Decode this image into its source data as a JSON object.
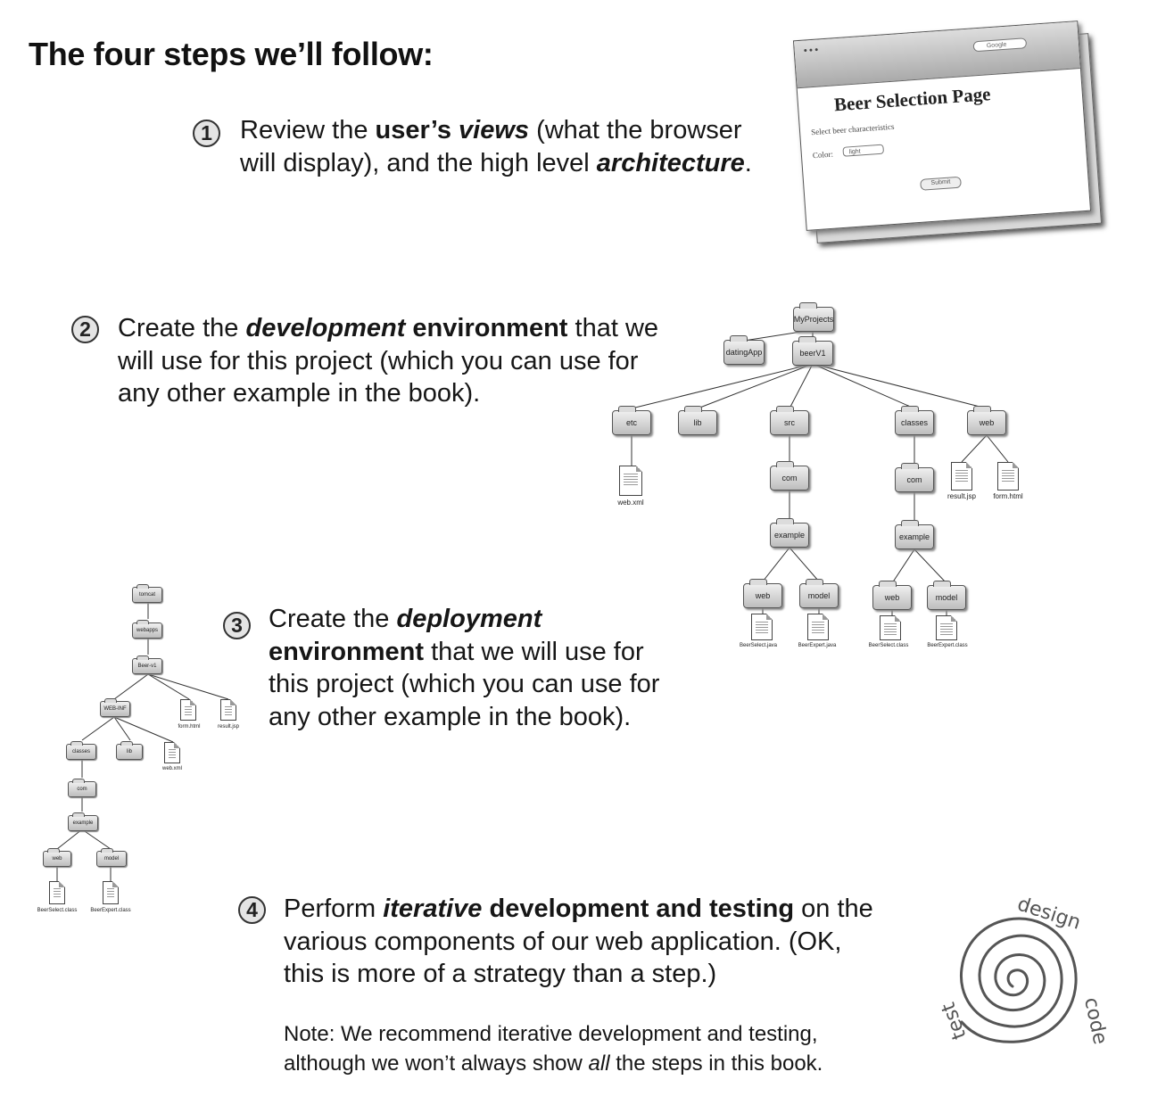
{
  "title": "The four steps we’ll follow:",
  "steps": [
    {
      "num": "1",
      "parts": [
        "Review the ",
        "user’s ",
        "views",
        " (what the browser",
        "will display), and the high level ",
        "architecture",
        "."
      ]
    },
    {
      "num": "2",
      "parts": [
        "Create the ",
        "development",
        " environment",
        " that we",
        "will use for this project (which you can use for",
        "any other example in the book)."
      ]
    },
    {
      "num": "3",
      "parts": [
        "Create the ",
        "deployment",
        "environment",
        " that we will use for",
        "this project (which you can use for",
        "any other example in the book)."
      ]
    },
    {
      "num": "4",
      "parts": [
        "Perform ",
        "iterative",
        " development and testing",
        " on the",
        "various components of our web application.  (OK,",
        "this is more of a strategy than a step.)"
      ]
    }
  ],
  "note": {
    "prefix": "Note:  We recommend iterative development and testing,",
    "line2a": "although we won’t always show ",
    "emph": "all",
    "line2b": " the steps in this book."
  },
  "browser": {
    "page_title": "Beer Selection Page",
    "select_label": "Select beer characteristics",
    "color_label": "Color:",
    "color_value": "light",
    "submit": "Submit",
    "search": "Google"
  },
  "dev_tree": {
    "root": "MyProjects",
    "sibling": "datingApp",
    "project": "beerV1",
    "top": [
      "etc",
      "lib",
      "src",
      "classes",
      "web"
    ],
    "com": "com",
    "example": "example",
    "web": "web",
    "model": "model",
    "files": {
      "webxml": "web.xml",
      "resultjsp": "result.jsp",
      "formhtml": "form.html",
      "beerselect_java": "BeerSelect.java",
      "beerexpert_java": "BeerExpert.java",
      "beerselect_class": "BeerSelect.class",
      "beerexpert_class": "BeerExpert.class"
    }
  },
  "deploy_tree": {
    "tomcat": "tomcat",
    "webapps": "webapps",
    "beerv1": "Beer-v1",
    "webinf": "WEB-INF",
    "classes": "classes",
    "lib": "lib",
    "com": "com",
    "example": "example",
    "web": "web",
    "model": "model",
    "files": {
      "formhtml": "form.html",
      "resultjsp": "result.jsp",
      "webxml": "web.xml",
      "beerselect_class": "BeerSelect.class",
      "beerexpert_class": "BeerExpert.class"
    }
  },
  "spiral": {
    "labels": [
      "design",
      "code",
      "test"
    ]
  }
}
